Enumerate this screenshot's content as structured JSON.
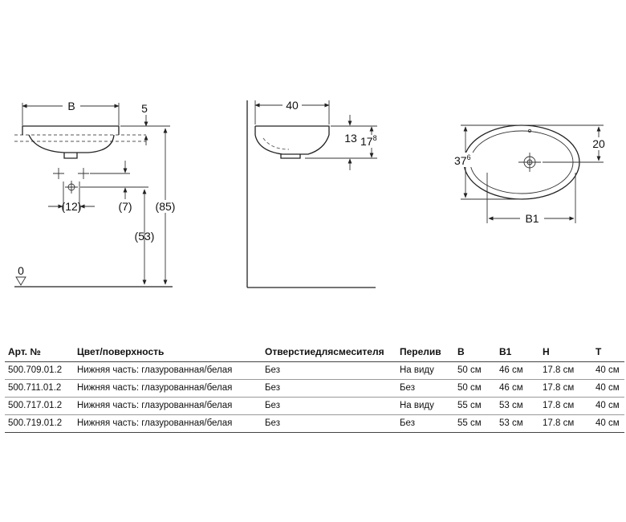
{
  "drawing": {
    "front": {
      "width_label": "B",
      "rim_label": "5",
      "total_height_label": "(85)",
      "floor_height_label": "(53)",
      "inner_label_a": "(12)",
      "inner_label_b": "(7)",
      "floor_label": "0"
    },
    "side": {
      "depth_label": "40",
      "h1_label": "13",
      "h2_base": "17",
      "h2_sup": "8"
    },
    "top": {
      "depth_base": "37",
      "depth_sup": "6",
      "offset_label": "20",
      "width_label": "B1"
    }
  },
  "table": {
    "headers": [
      "Арт. №",
      "Цвет/поверхность",
      "Отверстиедлясмесителя",
      "Перелив",
      "B",
      "B1",
      "H",
      "T"
    ],
    "rows": [
      [
        "500.709.01.2",
        "Нижняя часть: глазурованная/белая",
        "Без",
        "На виду",
        "50 см",
        "46 см",
        "17.8 см",
        "40 см"
      ],
      [
        "500.711.01.2",
        "Нижняя часть: глазурованная/белая",
        "Без",
        "Без",
        "50 см",
        "46 см",
        "17.8 см",
        "40 см"
      ],
      [
        "500.717.01.2",
        "Нижняя часть: глазурованная/белая",
        "Без",
        "На виду",
        "55 см",
        "53 см",
        "17.8 см",
        "40 см"
      ],
      [
        "500.719.01.2",
        "Нижняя часть: глазурованная/белая",
        "Без",
        "Без",
        "55 см",
        "53 см",
        "17.8 см",
        "40 см"
      ]
    ]
  }
}
